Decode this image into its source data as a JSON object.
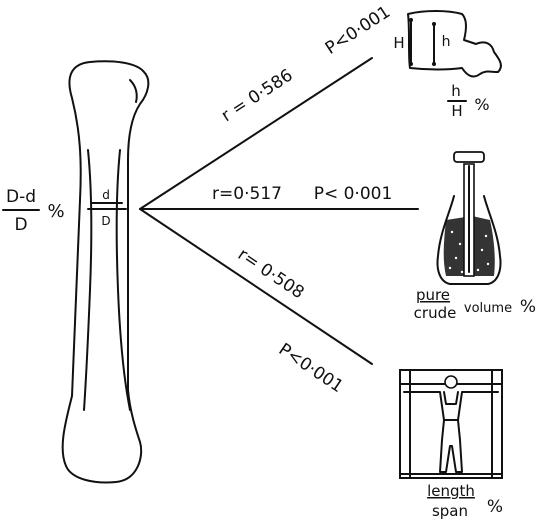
{
  "bone_index": {
    "numerator": "D-d",
    "denominator": "D",
    "unit": "%",
    "inner_label": "d",
    "outer_label": "D"
  },
  "correlations": [
    {
      "r_text": "r = 0·586",
      "p_text": "P<0·001"
    },
    {
      "r_text": "r=0·517",
      "p_text": "P< 0·001"
    },
    {
      "r_text": "r= 0·508",
      "p_text": "P<0·001"
    }
  ],
  "vertebra": {
    "outer_label": "H",
    "inner_label": "h",
    "ratio_num": "h",
    "ratio_den": "H",
    "unit": "%"
  },
  "volume": {
    "ratio_num": "pure",
    "ratio_den": "crude",
    "suffix": "volume",
    "unit": "%"
  },
  "stature": {
    "ratio_num": "length",
    "ratio_den": "span",
    "unit": "%"
  }
}
